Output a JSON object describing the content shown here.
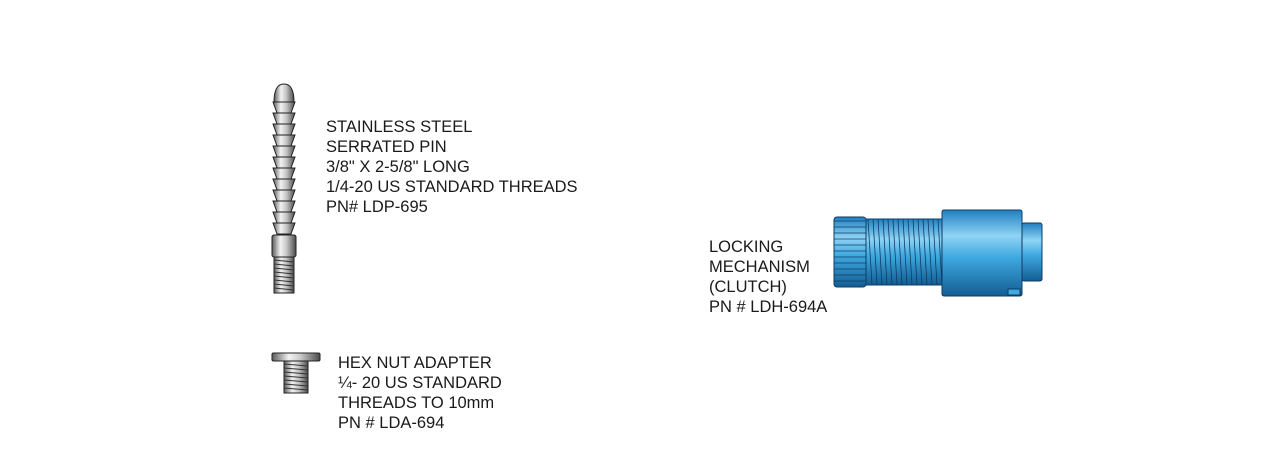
{
  "parts": {
    "pin": {
      "lines": [
        "STAINLESS STEEL",
        "SERRATED PIN",
        "3/8\" X 2-5/8\" LONG",
        "1/4-20 US STANDARD THREADS",
        "PN# LDP-695"
      ]
    },
    "hex_nut": {
      "lines": [
        "HEX NUT ADAPTER",
        "¼- 20 US STANDARD",
        "THREADS TO 10mm",
        "PN # LDA-694"
      ]
    },
    "clutch": {
      "lines": [
        "LOCKING",
        "MECHANISM",
        "(CLUTCH)",
        "PN # LDH-694A"
      ]
    }
  },
  "colors": {
    "steel_light": "#e8e8e8",
    "steel_dark": "#6e6e6e",
    "clutch_blue": "#3fa9e0",
    "clutch_dark": "#1a6fa8",
    "outline": "#222222"
  }
}
